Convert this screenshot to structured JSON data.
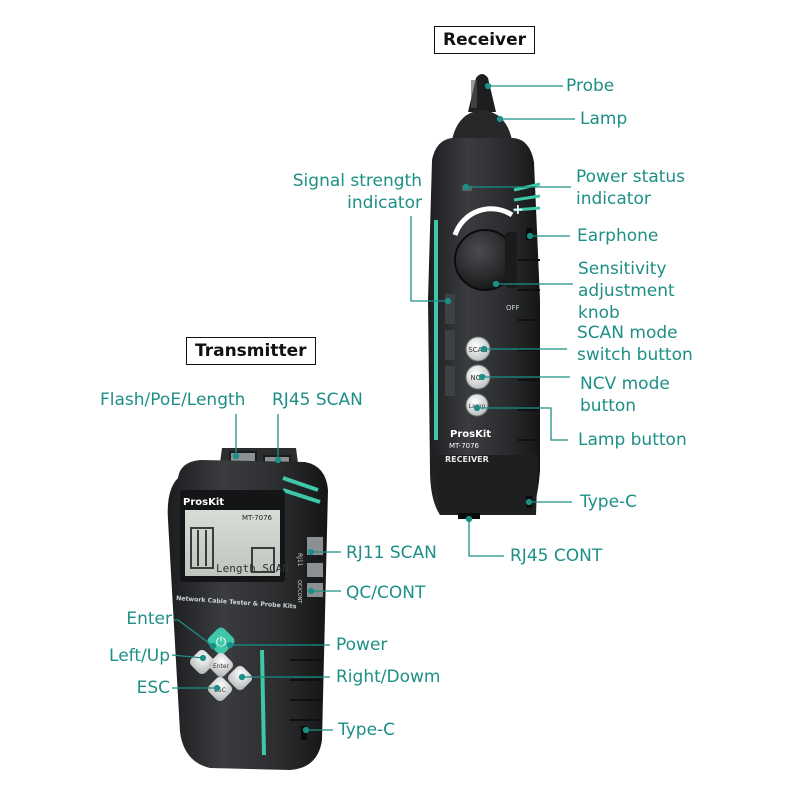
{
  "headers": {
    "receiver": "Receiver",
    "transmitter": "Transmitter"
  },
  "receiver_labels": {
    "probe": "Probe",
    "lamp": "Lamp",
    "signal_strength_1": "Signal strength",
    "signal_strength_2": "indicator",
    "power_status_1": "Power status",
    "power_status_2": "indicator",
    "earphone": "Earphone",
    "sensitivity_1": "Sensitivity",
    "sensitivity_2": "adjustment",
    "sensitivity_3": "knob",
    "scan_mode_1": "SCAN mode",
    "scan_mode_2": "switch button",
    "ncv_mode_1": "NCV mode",
    "ncv_mode_2": "button",
    "lamp_button": "Lamp button",
    "type_c": "Type-C",
    "rj45_cont": "RJ45 CONT"
  },
  "transmitter_labels": {
    "flash_poe_length": "Flash/PoE/Length",
    "rj45_scan": "RJ45 SCAN",
    "rj11_scan": "RJ11 SCAN",
    "qc_cont": "QC/CONT",
    "enter": "Enter",
    "power": "Power",
    "left_up": "Left/Up",
    "right_down": "Right/Dowm",
    "esc": "ESC",
    "type_c": "Type-C"
  },
  "device_print": {
    "brand": "ProsKit",
    "receiver_model": "MT-7076",
    "receiver_name": "RECEIVER",
    "transmitter_model": "MT-7076",
    "transmitter_subtitle": "Network Cable Tester & Probe Kits",
    "screen_text": "Length SCAN",
    "btn_scan": "SCAN",
    "btn_ncv": "NCV",
    "btn_lamp": "Lamp",
    "btn_enter": "Enter",
    "btn_esc": "ESC",
    "port_rj11": "RJ11",
    "port_qc": "QC/CONT",
    "knob_plus": "+",
    "knob_off": "OFF"
  },
  "colors": {
    "accent": "#1d8f86",
    "device_body": "#2b2d2f",
    "device_dark": "#1a1b1c",
    "teal_stripe": "#3fc7a9"
  }
}
